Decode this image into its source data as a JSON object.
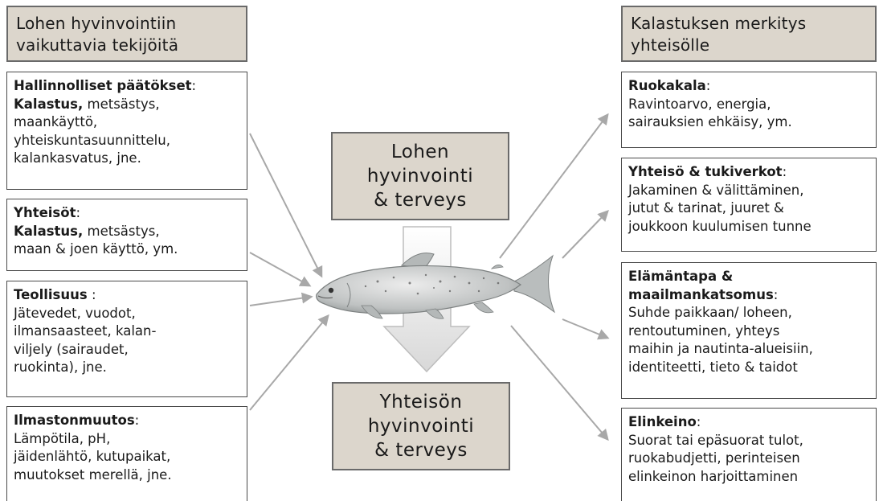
{
  "left_header": [
    "Lohen hyvinvointiin",
    "vaikuttavia tekijöitä"
  ],
  "right_header": [
    "Kalastuksen merkitys",
    "yhteisölle"
  ],
  "center_top": [
    "Lohen",
    "hyvinvointi",
    "& terveys"
  ],
  "center_bottom": [
    "Yhteisön",
    "hyvinvointi",
    "& terveys"
  ],
  "left_boxes": [
    {
      "title": "Hallinnolliset päätökset",
      "colon": ":",
      "prefix": "Kalastus,",
      "lines": [
        " metsästys,",
        "maankäyttö,",
        "yhteiskuntasuunnittelu,",
        "kalankasvatus, jne."
      ]
    },
    {
      "title": "Yhteisöt",
      "colon": ":",
      "prefix": "Kalastus,",
      "lines": [
        " metsästys,",
        "maan & joen käyttö, ym."
      ]
    },
    {
      "title": "Teollisuus",
      "colon": " :",
      "prefix": "",
      "lines": [
        "Jätevedet, vuodot,",
        "ilmansaasteet, kalan-",
        "viljely (sairaudet,",
        "ruokinta),  jne."
      ]
    },
    {
      "title": "Ilmastonmuutos",
      "colon": ":",
      "prefix": "",
      "lines": [
        "Lämpötila, pH,",
        "jäidenlähtö, kutupaikat,",
        "muutokset merellä, jne."
      ]
    }
  ],
  "right_boxes": [
    {
      "title": "Ruokakala",
      "colon": ":",
      "lines": [
        "Ravintoarvo, energia,",
        "sairauksien ehkäisy, ym."
      ]
    },
    {
      "title": "Yhteisö & tukiverkot",
      "colon": ":",
      "lines": [
        "Jakaminen & välittäminen,",
        "jutut & tarinat, juuret &",
        "joukkoon kuulumisen tunne"
      ]
    },
    {
      "title": "Elämäntapa &",
      "title2": "maailmankatsomus",
      "colon": ":",
      "lines": [
        "Suhde paikkaan/ loheen,",
        "rentoutuminen, yhteys",
        "maihin ja nautinta-alueisiin,",
        "identiteetti, tieto & taidot"
      ]
    },
    {
      "title": "Elinkeino",
      "colon": ":",
      "lines": [
        "Suorat tai epäsuorat tulot,",
        "ruokabudjetti, perinteisen",
        "elinkeinon harjoittaminen"
      ]
    }
  ],
  "colors": {
    "header_fill": "#dcd6cc",
    "border": "#4a4a4a",
    "arrow": "#a8a8a8"
  }
}
